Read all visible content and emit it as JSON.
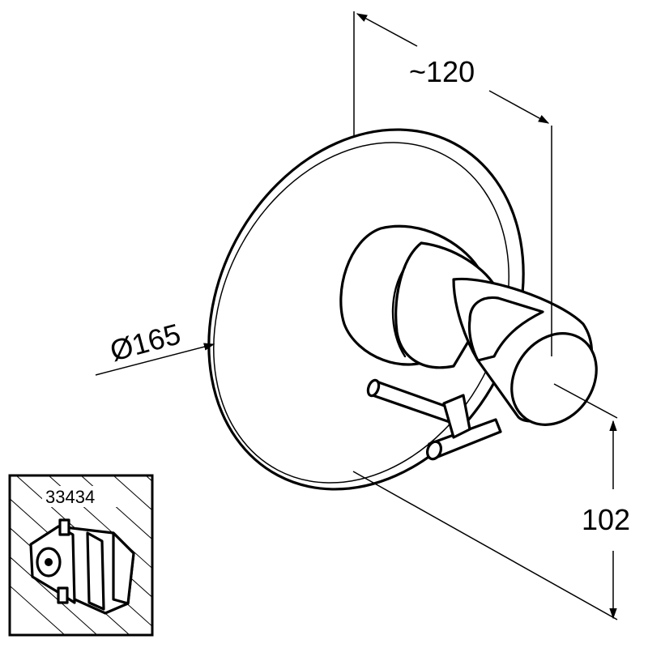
{
  "dimensions": {
    "depth_label": "~120",
    "diameter_label": "Ø165",
    "height_label": "102"
  },
  "inset": {
    "part_number": "33434"
  }
}
